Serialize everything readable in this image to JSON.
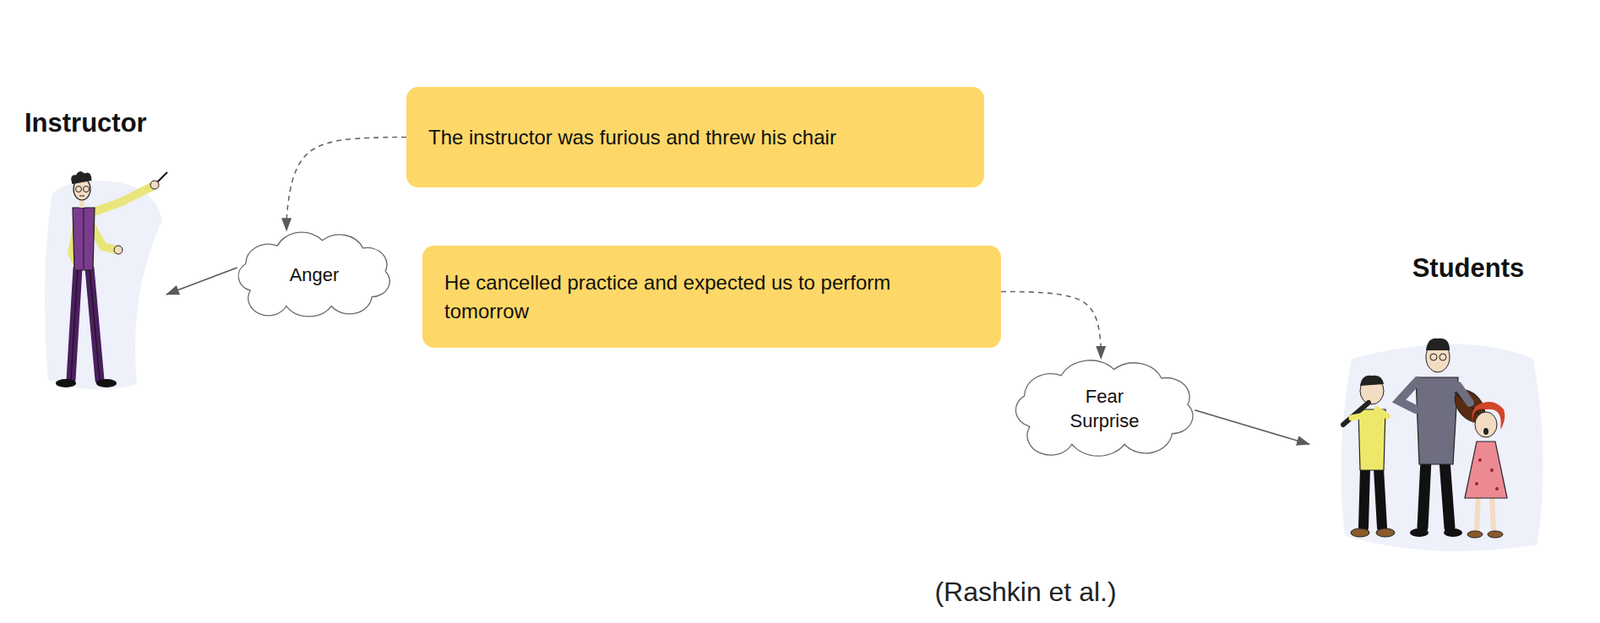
{
  "diagram": {
    "caption": "(Rashkin et al.)",
    "nodes": [
      {
        "text": [
          "Instructor"
        ]
      },
      {
        "text": [
          "The instructor was furious and threw his chair"
        ]
      },
      {
        "text": [
          "Anger"
        ]
      },
      {
        "text": [
          "He cancelled practice and expected us to perform tomorrow"
        ]
      },
      {
        "text": [
          "Fear",
          "Surprise"
        ]
      },
      {
        "text": [
          "Students"
        ]
      }
    ],
    "edges": [
      {
        "from": 1,
        "to": 2,
        "arrow": "to"
      },
      {
        "from": 2,
        "to": 0,
        "arrow": "to"
      },
      {
        "from": 3,
        "to": 4,
        "arrow": "to"
      },
      {
        "from": 4,
        "to": 5,
        "arrow": "to"
      }
    ]
  }
}
